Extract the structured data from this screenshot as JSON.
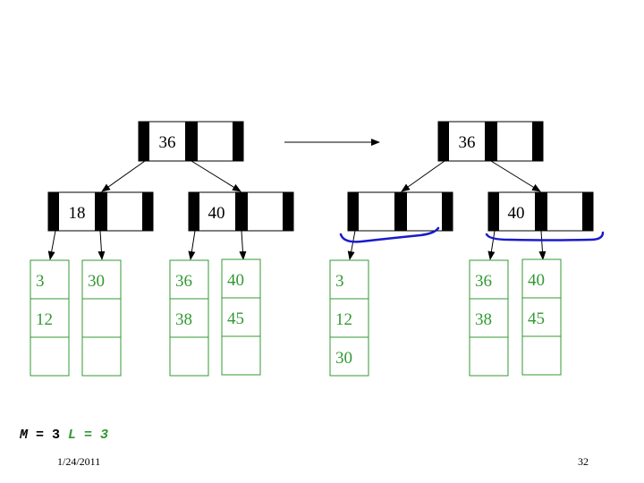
{
  "left_tree": {
    "root": {
      "keys": [
        "36",
        ""
      ]
    },
    "internal": [
      {
        "keys": [
          "18",
          ""
        ]
      },
      {
        "keys": [
          "40",
          ""
        ]
      }
    ],
    "leaves": [
      {
        "values": [
          "3",
          "12",
          ""
        ]
      },
      {
        "values": [
          "30",
          "",
          ""
        ]
      },
      {
        "values": [
          "36",
          "38",
          ""
        ]
      },
      {
        "values": [
          "40",
          "45",
          ""
        ]
      }
    ]
  },
  "right_tree": {
    "root": {
      "keys": [
        "36",
        ""
      ]
    },
    "internal": [
      {
        "keys": [
          "",
          ""
        ]
      },
      {
        "keys": [
          "40",
          ""
        ]
      }
    ],
    "leaves": [
      {
        "values": [
          "3",
          "12",
          "30"
        ]
      },
      {
        "values": [
          "36",
          "38",
          ""
        ]
      },
      {
        "values": [
          "40",
          "45",
          ""
        ]
      }
    ]
  },
  "formula": {
    "m_part": "M",
    "m_rest": " = 3 ",
    "l_part": "L = 3"
  },
  "footer": {
    "date": "1/24/2011",
    "page_number": "32"
  },
  "colors": {
    "leaf_text": "#339933",
    "leaf_border": "#339933",
    "annotation": "#1a1acc",
    "node_bar": "#000000"
  }
}
